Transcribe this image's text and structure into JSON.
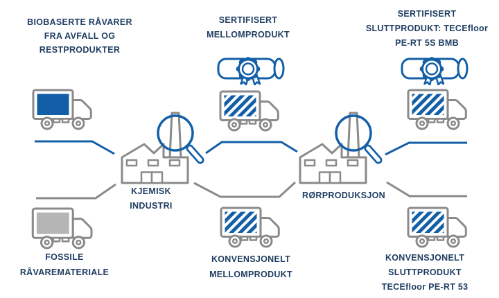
{
  "palette": {
    "blue": "#135fa7",
    "navy": "#203e63",
    "gray": "#8a8a8a",
    "gray_light": "#b5b5b5",
    "background": "#ffffff"
  },
  "diagram": {
    "nodes": {
      "bio_input": {
        "icon": "truck-solid-blue-icon",
        "lines": [
          "BIOBASERTE RÅVARER",
          "FRA AVFALL OG",
          "RESTPRODUKTER"
        ]
      },
      "fossil_input": {
        "icon": "truck-solid-gray-icon",
        "lines": [
          "FOSSILE",
          "RÅVAREMATERIALE"
        ]
      },
      "chemical_industry": {
        "icon": "factory-magnifier-icon",
        "lines": [
          "KJEMISK",
          "INDUSTRI"
        ]
      },
      "pipe_production": {
        "icon": "factory-magnifier-icon",
        "lines": [
          "RØRPRODUKSJON"
        ]
      },
      "certified_intermediate": {
        "icons": [
          "certificate-icon",
          "truck-striped-icon"
        ],
        "lines": [
          "SERTIFISERT",
          "MELLOMPRODUKT"
        ]
      },
      "conventional_intermediate": {
        "icon": "truck-striped-icon",
        "lines": [
          "KONVENSJONELT",
          "MELLOMPRODUKT"
        ]
      },
      "certified_end": {
        "icons": [
          "certificate-icon",
          "truck-striped-icon"
        ],
        "lines": [
          "SERTIFISERT",
          "SLUTTPRODUKT: TECEfloor",
          "PE-RT 5S BMB"
        ]
      },
      "conventional_end": {
        "icon": "truck-striped-icon",
        "lines": [
          "KONVENSJONELT",
          "SLUTTPRODUKT",
          "TECEfloor PE-RT 53"
        ]
      }
    }
  }
}
